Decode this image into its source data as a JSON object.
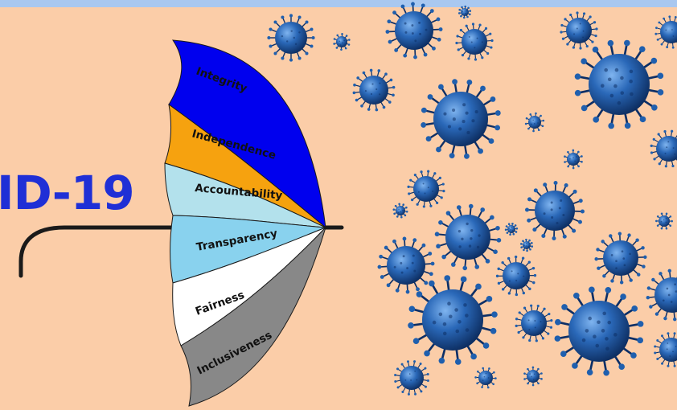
{
  "title_fragment": "ID-19",
  "segments": [
    {
      "label": "Integrity",
      "color": "#0000ee",
      "text_color": "#111111"
    },
    {
      "label": "Independence",
      "color": "#f6a20f",
      "text_color": "#111111"
    },
    {
      "label": "Accountability",
      "color": "#b3e1ec",
      "text_color": "#111111"
    },
    {
      "label": "Transparency",
      "color": "#89d2ee",
      "text_color": "#111111"
    },
    {
      "label": "Fairness",
      "color": "#ffffff",
      "text_color": "#111111"
    },
    {
      "label": "Inclusiveness",
      "color": "#888888",
      "text_color": "#111111"
    }
  ],
  "colors": {
    "background": "#fbcda8",
    "title": "#1f2fd6",
    "virus_body": "#1c58a3",
    "virus_dark": "#0d2f66",
    "handle": "#1a1a1a",
    "top_bar": "#a9c8f0"
  }
}
